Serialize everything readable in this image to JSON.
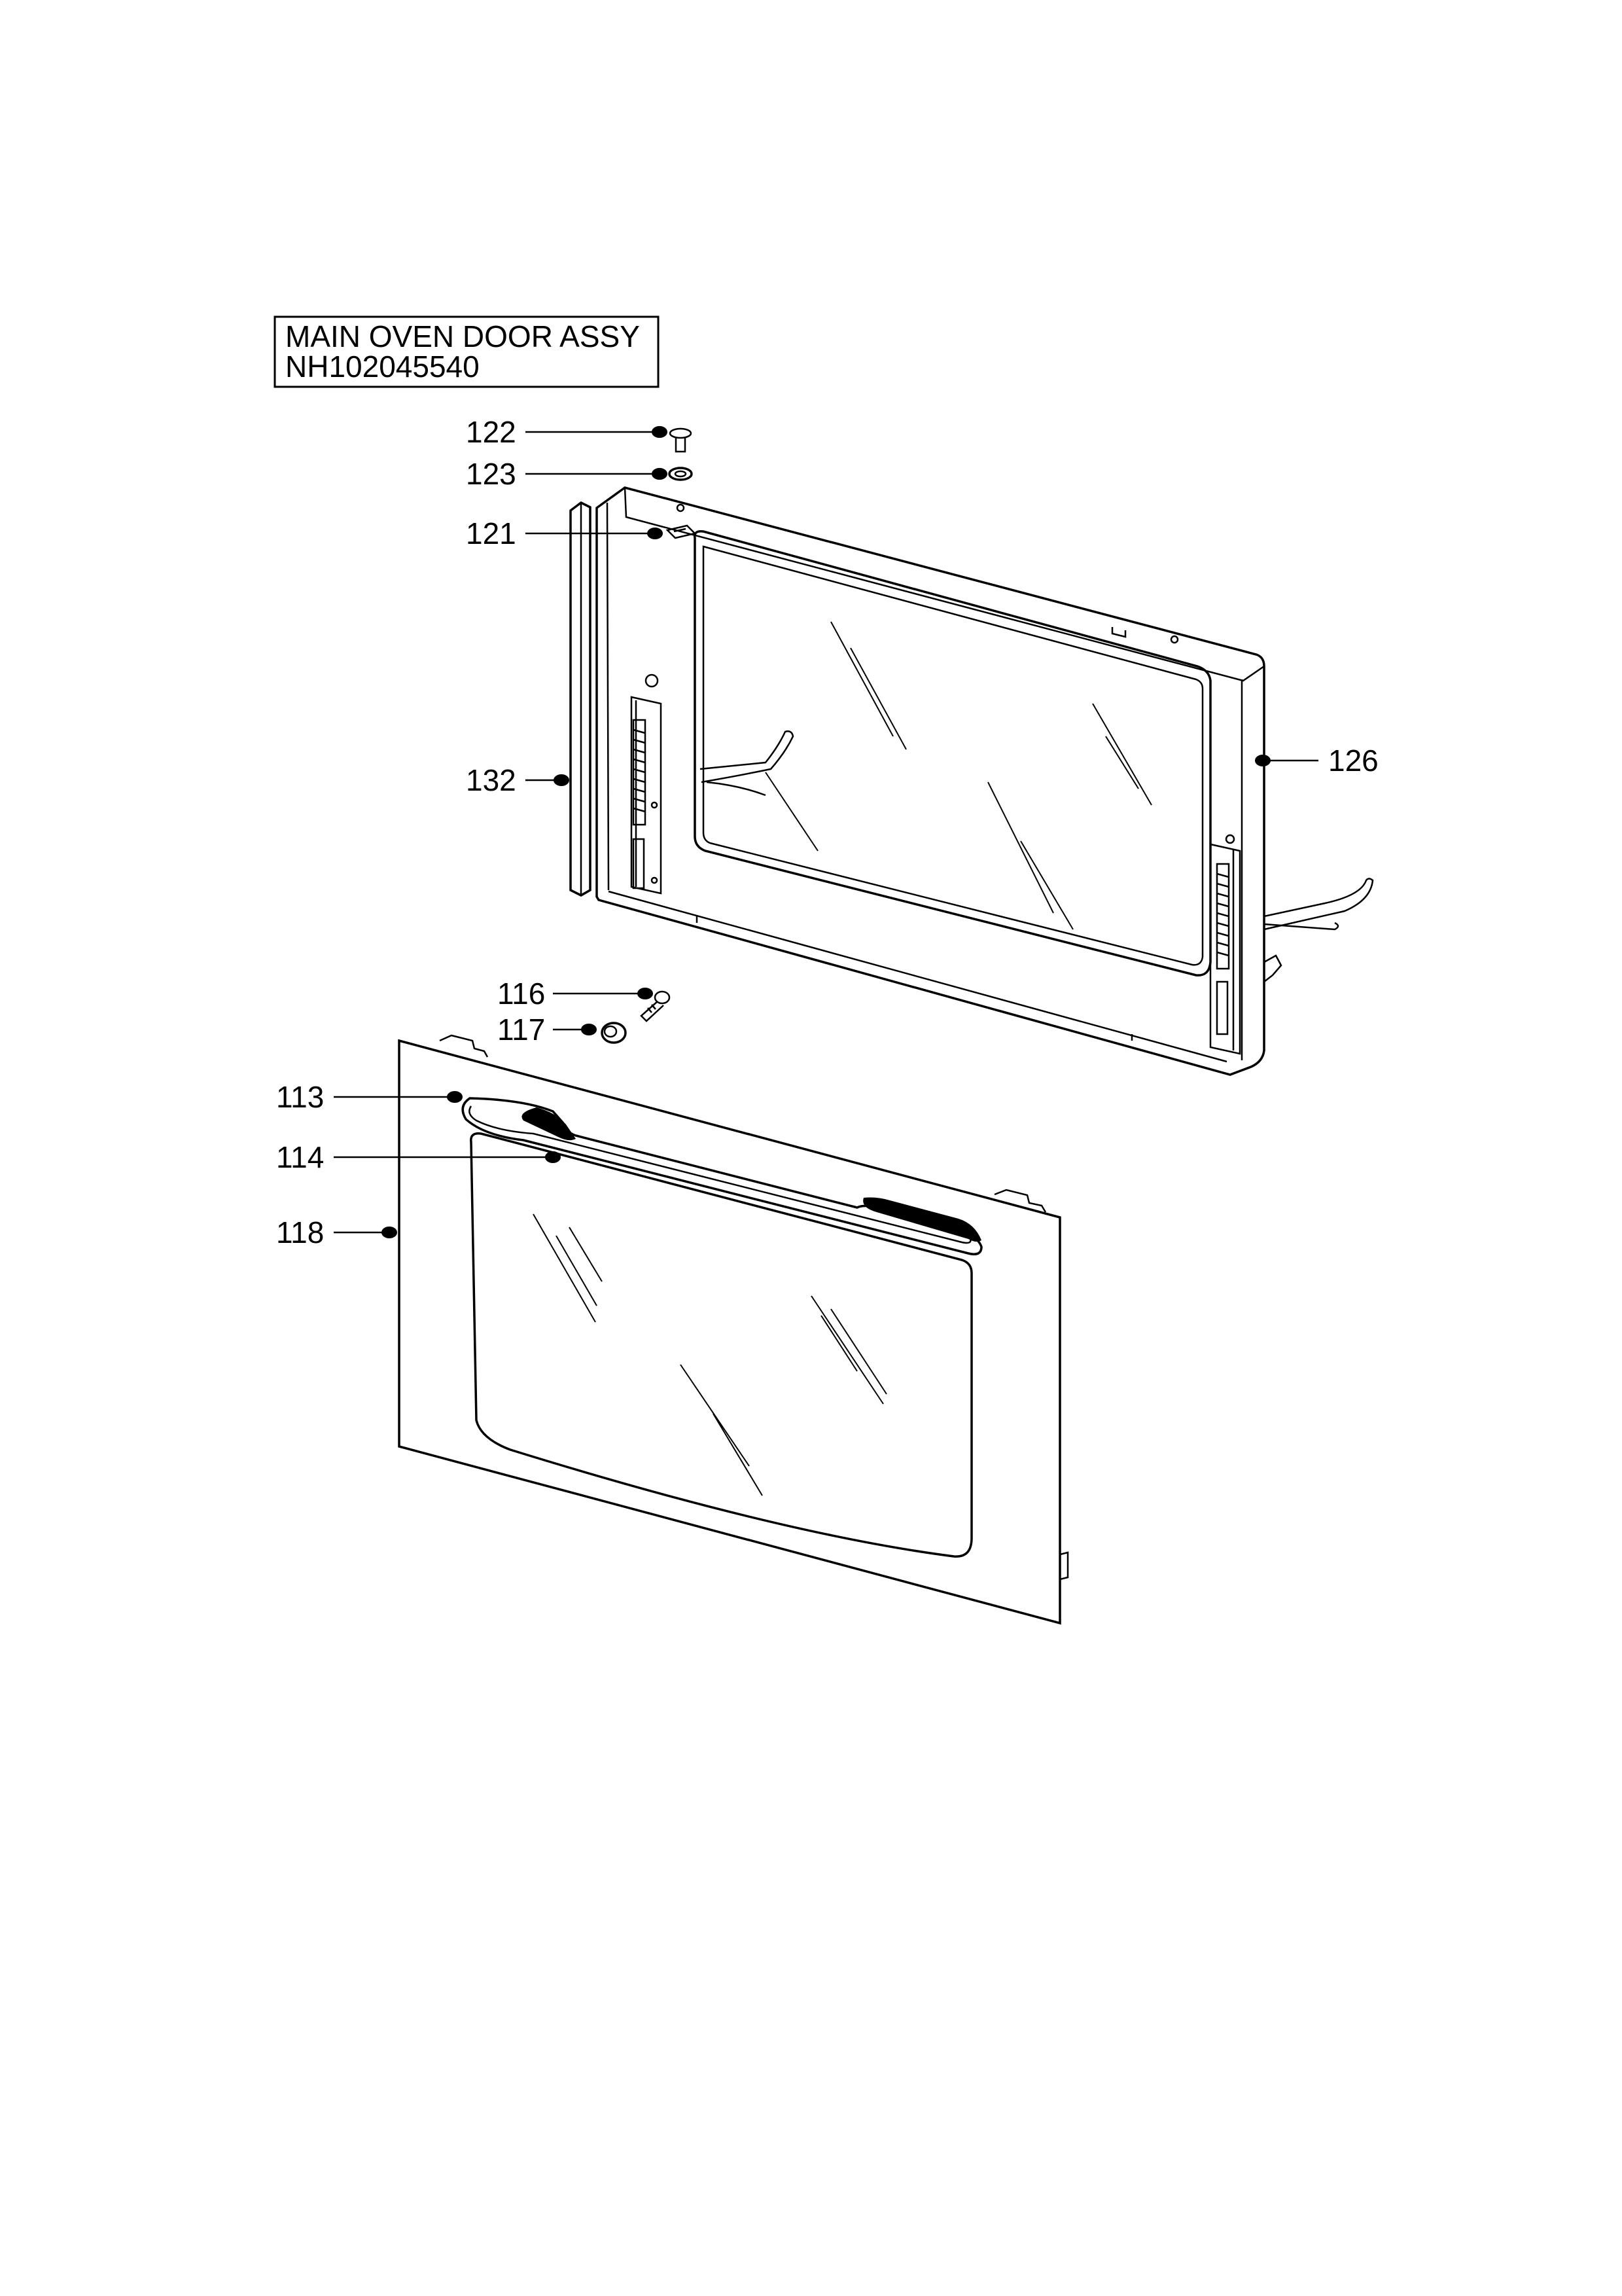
{
  "title": {
    "line1": "MAIN OVEN DOOR ASSY",
    "line2": "NH102045540"
  },
  "callouts": {
    "c122": "122",
    "c123": "123",
    "c121": "121",
    "c132": "132",
    "c126": "126",
    "c116": "116",
    "c117": "117",
    "c113": "113",
    "c114": "114",
    "c118": "118"
  }
}
